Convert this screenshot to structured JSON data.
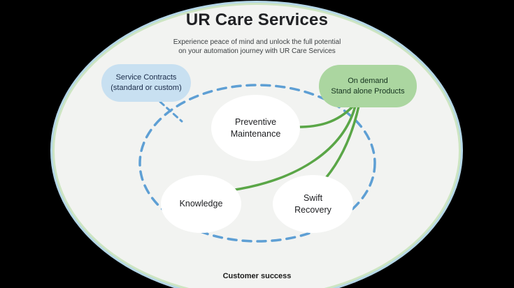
{
  "header": {
    "title": "UR Care Services",
    "subtitle_line1": "Experience peace of mind and unlock the full potential",
    "subtitle_line2": "on your automation journey with UR Care Services"
  },
  "bubbles": {
    "service_contracts": {
      "line1": "Service Contracts",
      "line2": "(standard or custom)"
    },
    "on_demand": {
      "line1": "On demand",
      "line2": "Stand alone Products"
    }
  },
  "nodes": {
    "preventive_maintenance": {
      "line1": "Preventive",
      "line2": "Maintenance"
    },
    "knowledge": {
      "label": "Knowledge"
    },
    "swift_recovery": {
      "line1": "Swift",
      "line2": "Recovery"
    }
  },
  "footer": {
    "label": "Customer success"
  },
  "colors": {
    "background": "#000000",
    "surface_fill": "#f2f3f1",
    "ring_blue": "#b5d7e8",
    "ring_green": "#cde5c2",
    "bubble_blue": "#c8e0f1",
    "bubble_green": "#abd6a0",
    "dashed_blue": "#5e9fd4",
    "connector_green": "#5aa647",
    "node_fill": "#ffffff",
    "text_dark": "#202124"
  }
}
